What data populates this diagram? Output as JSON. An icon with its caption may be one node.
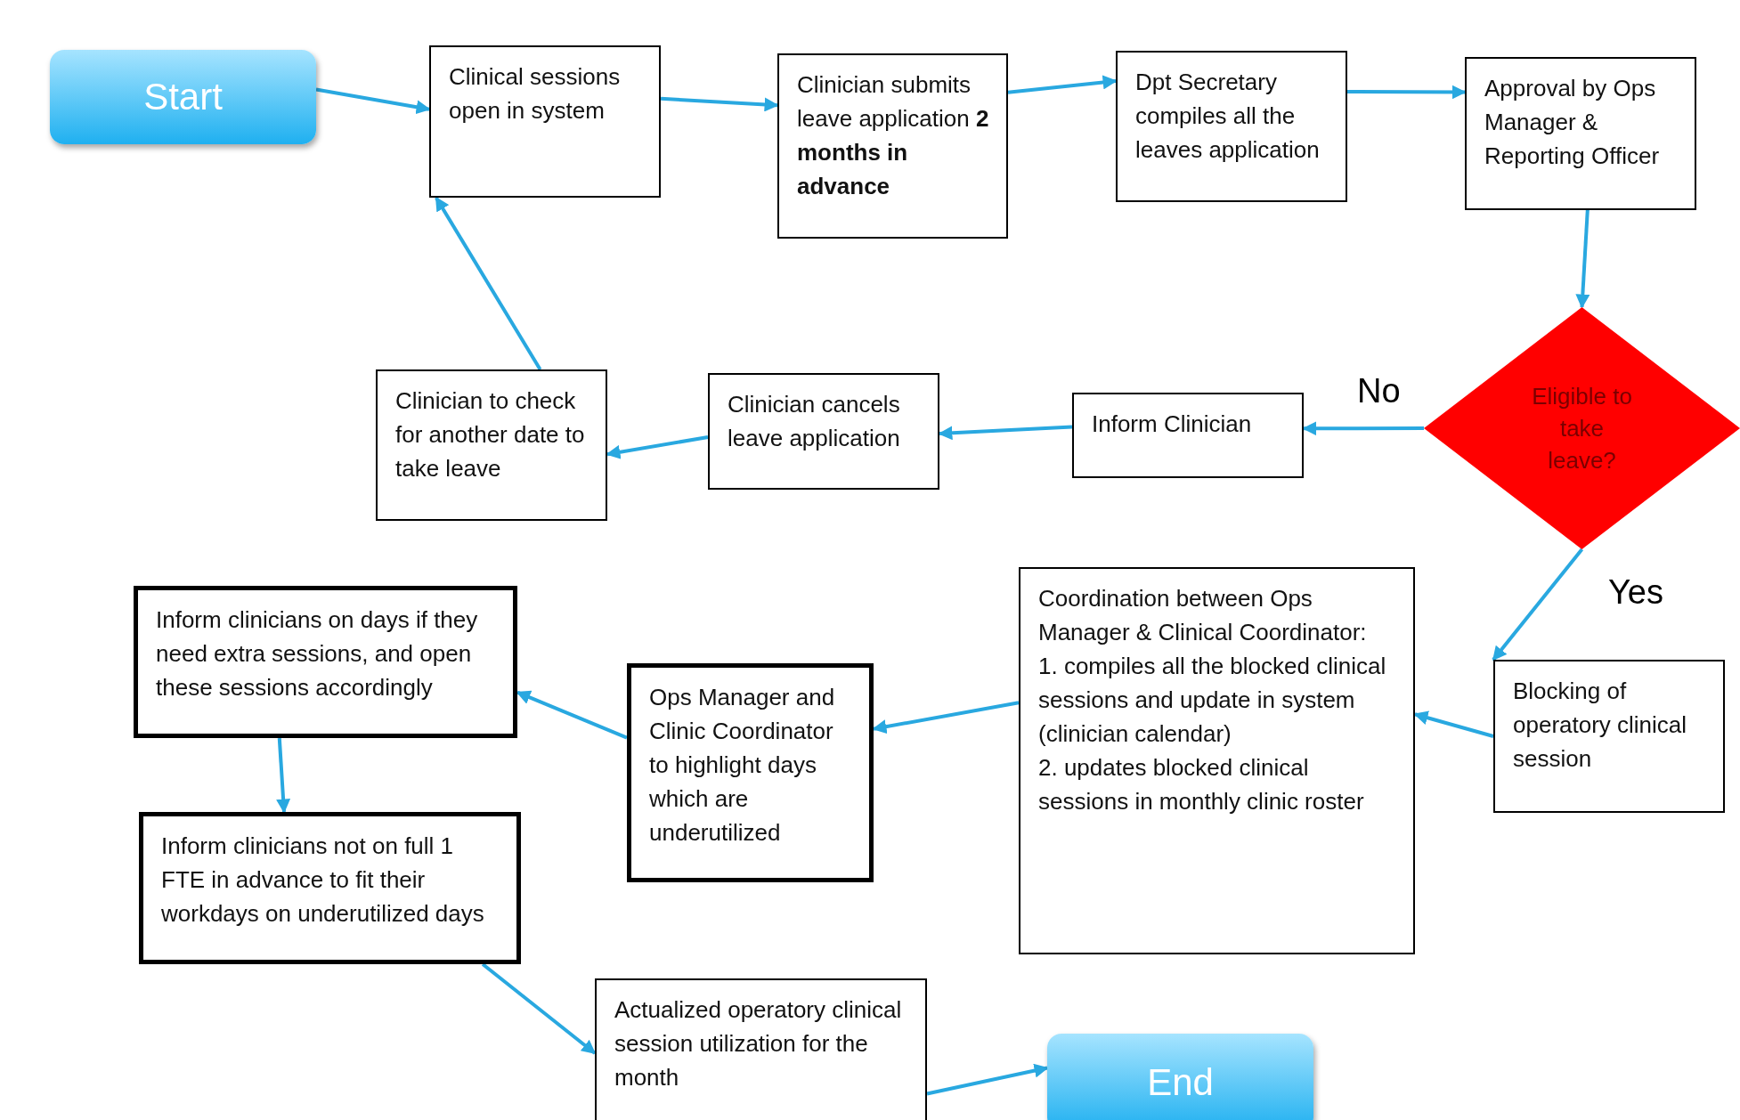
{
  "diagram": {
    "nodes": [
      {
        "text": [
          "Start"
        ]
      },
      {
        "text": [
          "Clinical sessions open in system"
        ]
      },
      {
        "text": [
          "Clinician submits leave application **2 months in advance**"
        ]
      },
      {
        "text": [
          "Dpt Secretary compiles all the leaves application"
        ]
      },
      {
        "text": [
          "Approval by Ops Manager & Reporting Officer"
        ]
      },
      {
        "text": [
          "Eligible to take leave?"
        ]
      },
      {
        "text": [
          "Inform Clinician"
        ]
      },
      {
        "text": [
          "Clinician cancels leave application"
        ]
      },
      {
        "text": [
          "Clinician to check for another date to take leave"
        ]
      },
      {
        "text": [
          "Blocking of operatory clinical session"
        ]
      },
      {
        "text": [
          "Coordination between Ops Manager & Clinical Coordinator:",
          "1. compiles all the blocked clinical sessions and update in system (clinician calendar)",
          "2. updates blocked clinical sessions in monthly clinic roster"
        ]
      },
      {
        "text": [
          "Ops Manager and Clinic Coordinator to highlight days which are underutilized"
        ]
      },
      {
        "text": [
          "Inform clinicians on days if they need extra sessions, and open these sessions accordingly"
        ]
      },
      {
        "text": [
          "Inform clinicians not on full 1 FTE in advance to fit their workdays on underutilized days"
        ]
      },
      {
        "text": [
          "Actualized operatory clinical session utilization for the month"
        ]
      },
      {
        "text": [
          "End"
        ]
      }
    ],
    "edges": [
      {
        "from": 0,
        "to": 1,
        "arrow": "to"
      },
      {
        "from": 1,
        "to": 2,
        "arrow": "to"
      },
      {
        "from": 2,
        "to": 3,
        "arrow": "to"
      },
      {
        "from": 3,
        "to": 4,
        "arrow": "to"
      },
      {
        "from": 4,
        "to": 5,
        "arrow": "to"
      },
      {
        "from": 5,
        "to": 6,
        "arrow": "to",
        "label": "No"
      },
      {
        "from": 6,
        "to": 7,
        "arrow": "to"
      },
      {
        "from": 7,
        "to": 8,
        "arrow": "to"
      },
      {
        "from": 8,
        "to": 1,
        "arrow": "to"
      },
      {
        "from": 5,
        "to": 9,
        "arrow": "to",
        "label": "Yes"
      },
      {
        "from": 9,
        "to": 10,
        "arrow": "to"
      },
      {
        "from": 10,
        "to": 11,
        "arrow": "to"
      },
      {
        "from": 11,
        "to": 12,
        "arrow": "to"
      },
      {
        "from": 12,
        "to": 13,
        "arrow": "to"
      },
      {
        "from": 13,
        "to": 14,
        "arrow": "to"
      },
      {
        "from": 14,
        "to": 15,
        "arrow": "to"
      }
    ]
  }
}
